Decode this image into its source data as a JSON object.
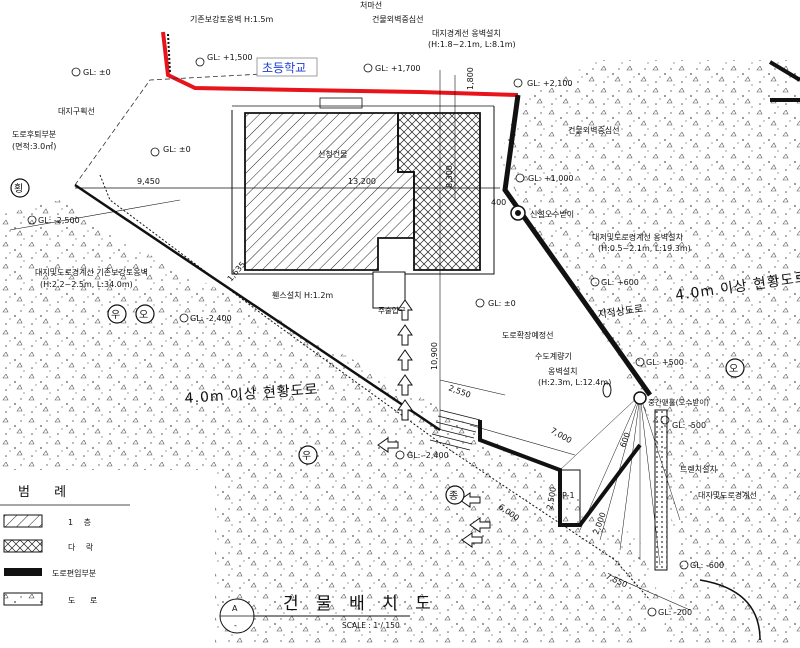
{
  "colors": {
    "school_wall": "#e8141c",
    "school_label": "#1f3fd6",
    "line": "#111111"
  },
  "title": {
    "main": "건 물 배 치 도",
    "scale": "SCALE : 1 / 150",
    "bubble_top": "A",
    "bubble_bottom": "-"
  },
  "legend": {
    "heading": "범 례",
    "items": [
      {
        "key": "floor1",
        "label": "1 층"
      },
      {
        "key": "attic",
        "label": "다 락"
      },
      {
        "key": "road_incorp",
        "label": "도로편입부분"
      },
      {
        "key": "road",
        "label": "도 로"
      }
    ]
  },
  "labels": {
    "school": "초등학교",
    "retaining_wall": "기존보강토옹벽 H:1.5m",
    "eaves": "처마선",
    "outer_wall_center_top": "건물외벽중심선",
    "site_boundary_wall": "대지경계선 옹벽설치",
    "site_boundary_wall_dim": "(H:1.8~2.1m, L:8.1m)",
    "outer_wall_center_right": "건물외벽중심선",
    "site_line": "대지구획선",
    "road_setback": "도로후퇴부분",
    "road_setback_area": "(면적:3.0㎡)",
    "new_building": "신청건물",
    "manhole": "신설오수받이",
    "site_road_wall": "대지및도로경계선 옹벽설치",
    "site_road_wall_dim": "(H:0.5~2.1m, L:19.3m)",
    "site_road_wall_left": "대지및도로경계선 기존보강토옹벽",
    "site_road_wall_left_dim": "(H:2.2~2.5m, L:34.0m)",
    "fence": "휀스설치 H:1.2m",
    "entrance": "주출입구",
    "cadastral_road": "지적상도로",
    "road_expansion": "도로확장예정선",
    "water_meter": "수도계량기",
    "retaining_install": "옹벽설치",
    "retaining_install_dim": "(H:2.3m, L:12.4m)",
    "inter_manhole": "중간맨홀(오수받이)",
    "trench": "트렌치설치",
    "site_road_boundary": "대지및도로경계선",
    "existing_road_right": "4.0m 이상 현황도로",
    "existing_road_left": "4.0m 이상 현황도로",
    "parking": "P-1"
  },
  "levels": {
    "gl_a": "GL: ±0",
    "gl_b": "GL: +1,500",
    "gl_c": "GL: +1,700",
    "gl_d": "GL: +2,100",
    "gl_e": "GL: ±0",
    "gl_f": "GL: +1,000",
    "gl_g": "GL: -2,500",
    "gl_h": "GL: -2,400",
    "gl_i": "GL: ±0",
    "gl_j": "GL: +600",
    "gl_k": "GL: +500",
    "gl_l": "GL: -500",
    "gl_m": "GL: -2,400",
    "gl_n": "GL: -600",
    "gl_o": "GL: -200"
  },
  "dimensions": {
    "d9450": "9,450",
    "d13200": "13,200",
    "d1800": "1,800",
    "d400": "400",
    "d1635": "1,635",
    "d10900": "10,900",
    "d2550": "2,550",
    "d7000": "7,000",
    "d2500": "2,500",
    "d6000": "6,000",
    "d2000": "2,000",
    "d7550": "7,550",
    "d600": "600",
    "d8300": "8,300"
  },
  "directions": {
    "heng": "횡",
    "right1": "우",
    "right2": "오",
    "right3": "우",
    "right4": "오",
    "jong": "종"
  }
}
